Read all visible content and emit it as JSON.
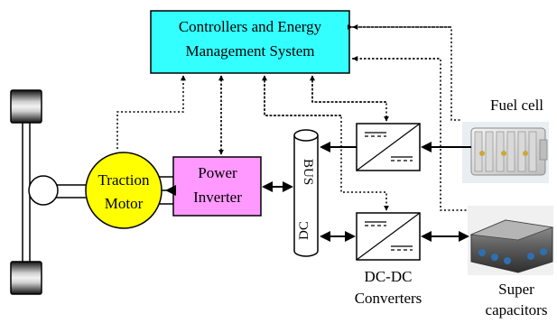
{
  "controller": {
    "line1": "Controllers and Energy",
    "line2": "Management System"
  },
  "motor": {
    "line1": "Traction",
    "line2": "Motor"
  },
  "inverter": {
    "line1": "Power",
    "line2": "Inverter"
  },
  "bus": {
    "left": "DC",
    "right": "BUS"
  },
  "converters": {
    "line1": "DC-DC",
    "line2": "Converters"
  },
  "fuel_cell": {
    "label": "Fuel cell"
  },
  "supercap": {
    "line1": "Super",
    "line2": "capacitors"
  },
  "colors": {
    "controller_fill": "#33ffff",
    "motor_fill": "#ffff00",
    "inverter_fill": "#ff99ff",
    "line": "#000000"
  }
}
